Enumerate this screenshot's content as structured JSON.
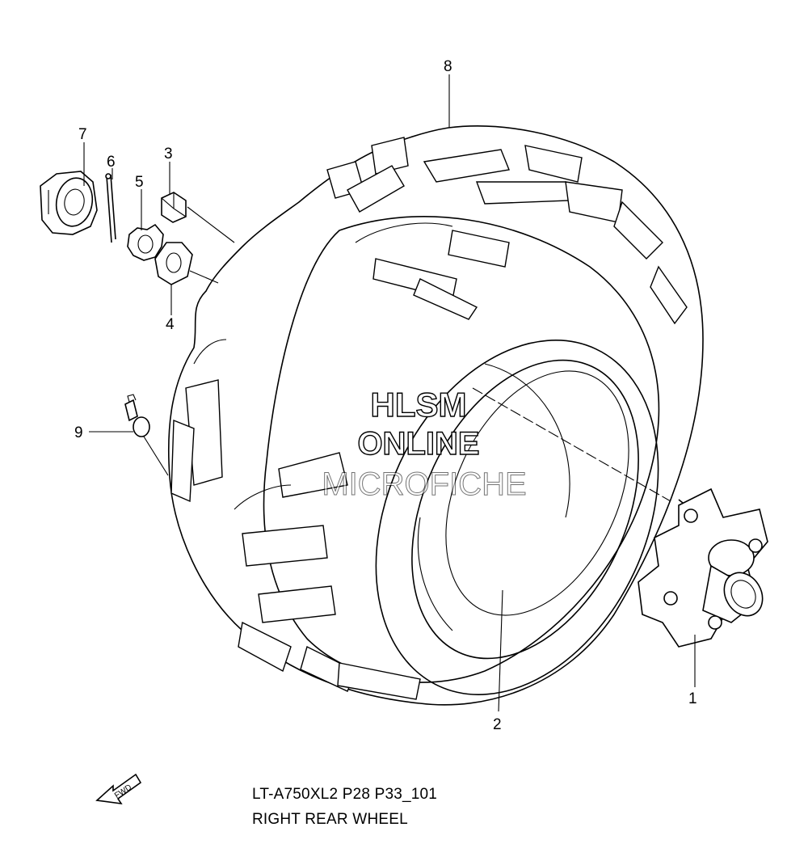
{
  "diagram": {
    "callouts": [
      {
        "id": "1",
        "part": "hub"
      },
      {
        "id": "2",
        "part": "wheel-rim"
      },
      {
        "id": "3",
        "part": "nut"
      },
      {
        "id": "4",
        "part": "washer"
      },
      {
        "id": "5",
        "part": "castle-nut"
      },
      {
        "id": "6",
        "part": "cotter-pin"
      },
      {
        "id": "7",
        "part": "cap"
      },
      {
        "id": "8",
        "part": "tire"
      },
      {
        "id": "9",
        "part": "valve"
      }
    ],
    "watermark": {
      "line1": "HLSM",
      "line2": "ONLINE",
      "line3": "MICROFICHE"
    },
    "fwd_label": "FWD",
    "caption": {
      "code": "LT-A750XL2 P28 P33_101",
      "title": "RIGHT REAR WHEEL"
    }
  }
}
